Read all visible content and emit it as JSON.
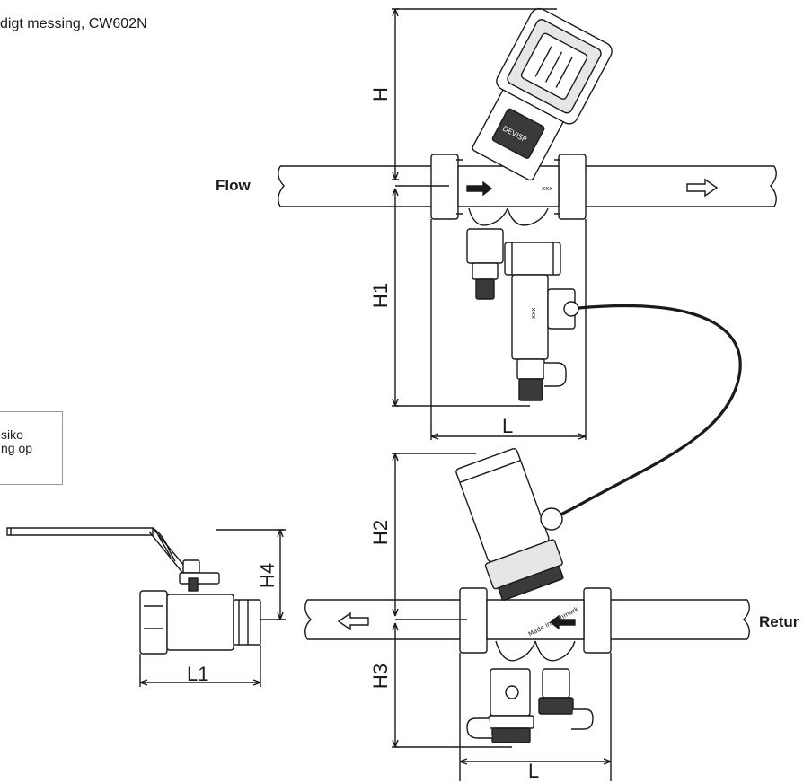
{
  "header": {
    "text": "digt messing, CW602N"
  },
  "note_box": {
    "lines": [
      "siko",
      "ng op"
    ]
  },
  "flow_labels": {
    "flow": "Flow",
    "retur": "Retur"
  },
  "dimensions": {
    "h": "H",
    "h1": "H1",
    "h2": "H2",
    "h3": "H3",
    "h4": "H4",
    "l_top": "L",
    "l_bottom": "L",
    "l1": "L1"
  },
  "colors": {
    "line": "#1a1a1a",
    "fill_light": "#ffffff",
    "fill_grey": "#e6e6e6",
    "fill_dark": "#3a3a3a"
  }
}
